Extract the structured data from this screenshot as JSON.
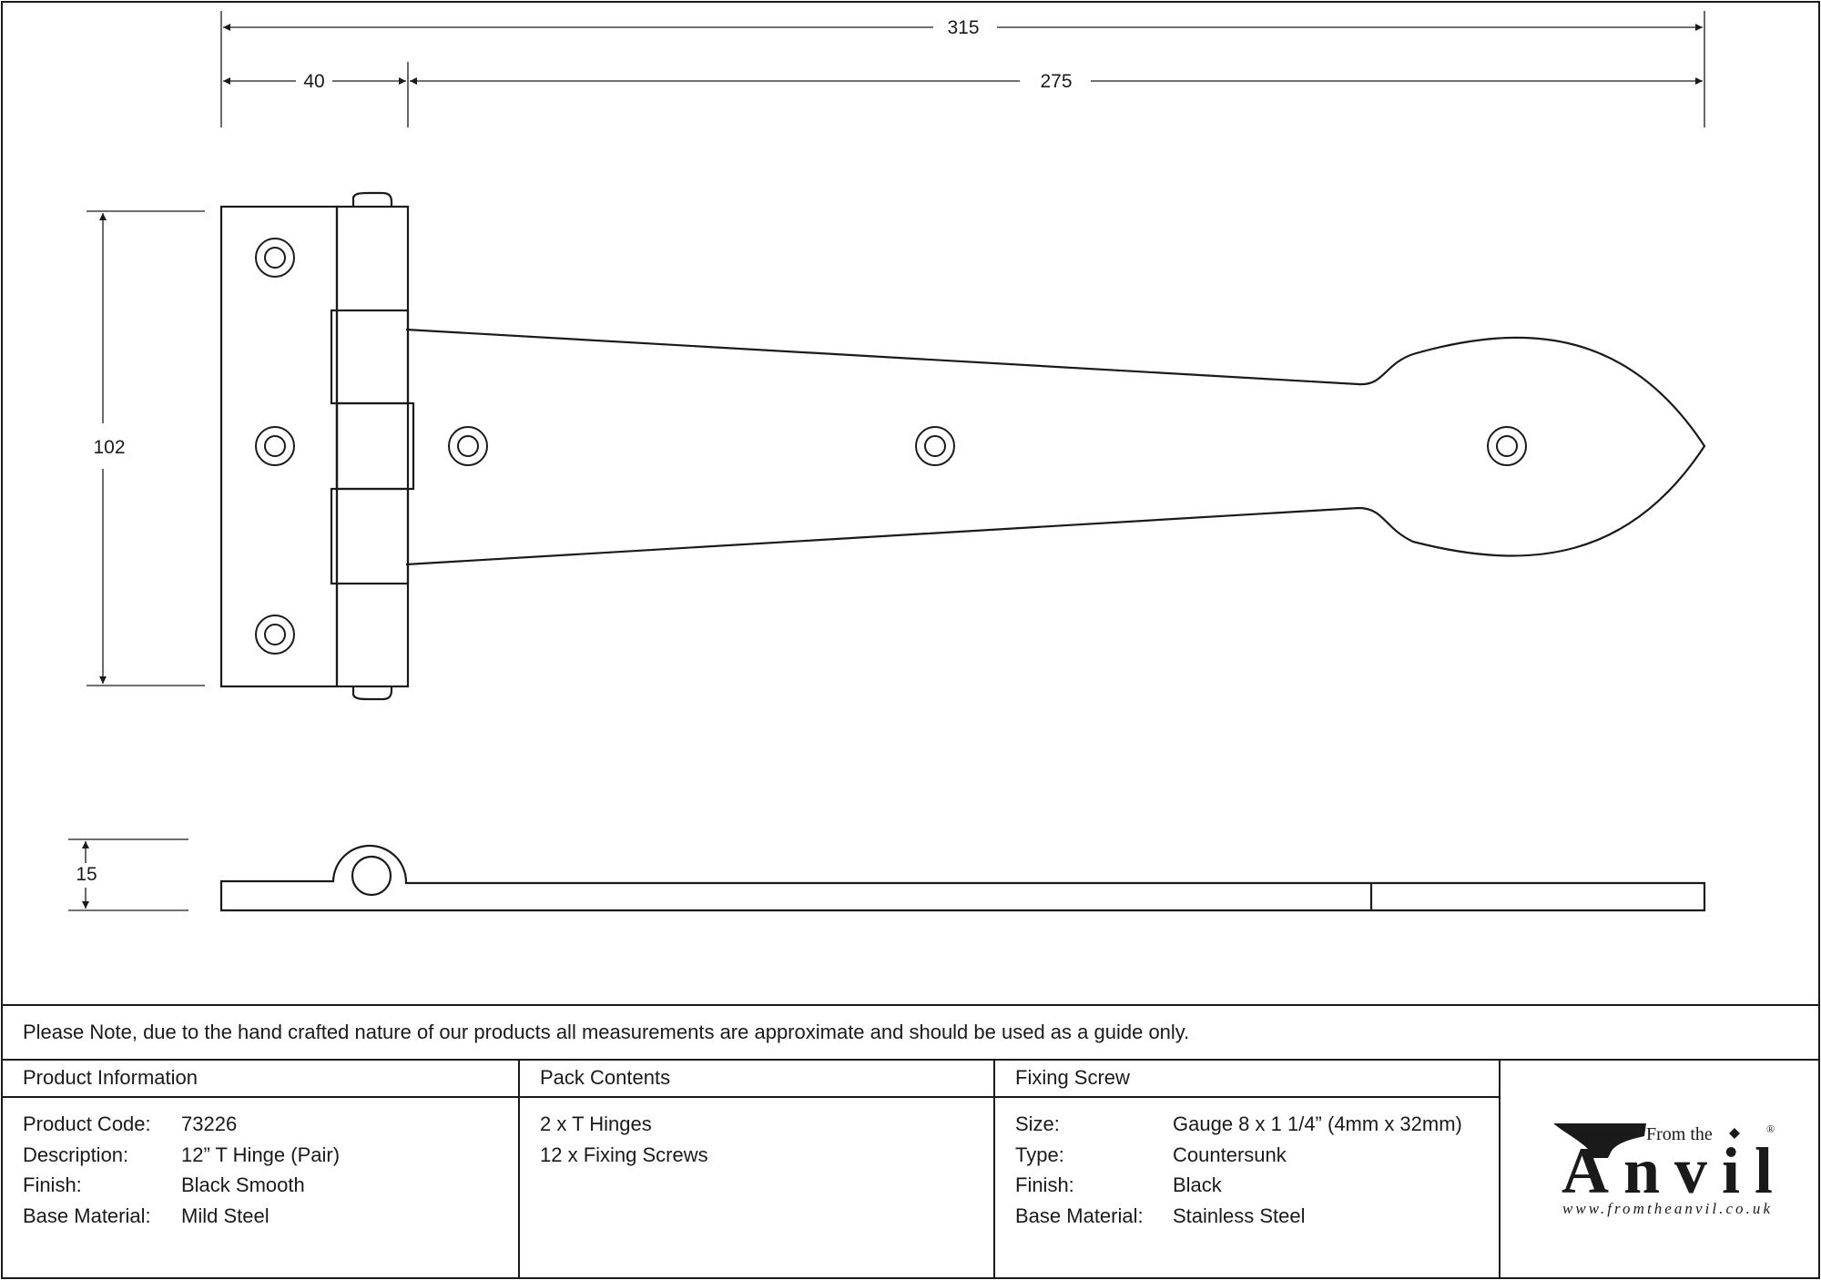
{
  "drawing": {
    "dimensions": {
      "overall_length": "315",
      "leaf_width": "40",
      "strap_length": "275",
      "height": "102",
      "thickness": "15"
    }
  },
  "note": "Please Note, due to the hand crafted nature of our products all measurements are approximate and should be used as a guide only.",
  "product_information": {
    "heading": "Product Information",
    "rows": [
      {
        "label": "Product Code:",
        "value": "73226"
      },
      {
        "label": "Description:",
        "value": "12” T Hinge (Pair)"
      },
      {
        "label": "Finish:",
        "value": "Black Smooth"
      },
      {
        "label": "Base Material:",
        "value": "Mild Steel"
      }
    ]
  },
  "pack_contents": {
    "heading": "Pack Contents",
    "items": [
      "2 x T Hinges",
      "12 x Fixing Screws"
    ]
  },
  "fixing_screw": {
    "heading": "Fixing Screw",
    "rows": [
      {
        "label": "Size:",
        "value": "Gauge 8 x 1 1/4” (4mm x 32mm)"
      },
      {
        "label": "Type:",
        "value": "Countersunk"
      },
      {
        "label": "Finish:",
        "value": "Black"
      },
      {
        "label": "Base Material:",
        "value": "Stainless Steel"
      }
    ]
  },
  "logo": {
    "from_the": "From the",
    "anvil": "Anvil",
    "registered": "®",
    "url": "www.fromtheanvil.co.uk"
  }
}
